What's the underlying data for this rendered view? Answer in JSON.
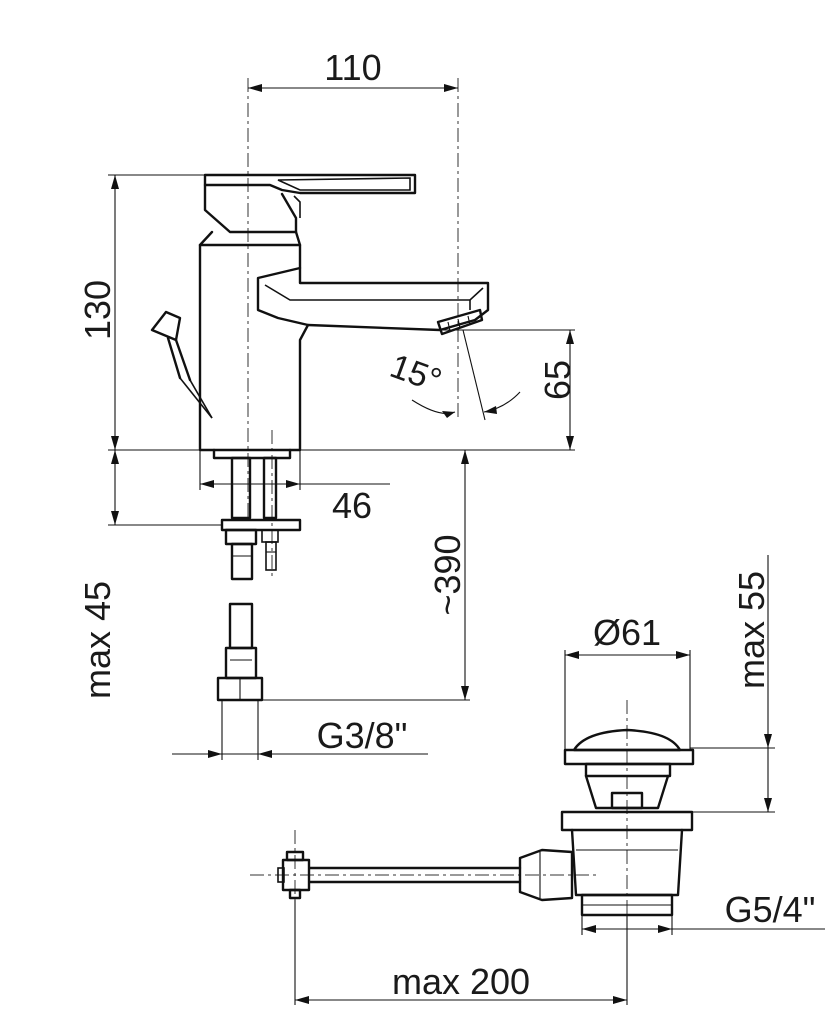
{
  "dimensions": {
    "spout_reach": "110",
    "height": "130",
    "spout_height": "65",
    "angle": "15°",
    "base_diameter": "46",
    "hose_length": "~390",
    "max_thread_depth": "max 45",
    "connection_thread": "G3/8\"",
    "waste_diameter": "Ø61",
    "waste_max": "max 55",
    "waste_thread": "G5/4\"",
    "rod_max": "max 200"
  }
}
